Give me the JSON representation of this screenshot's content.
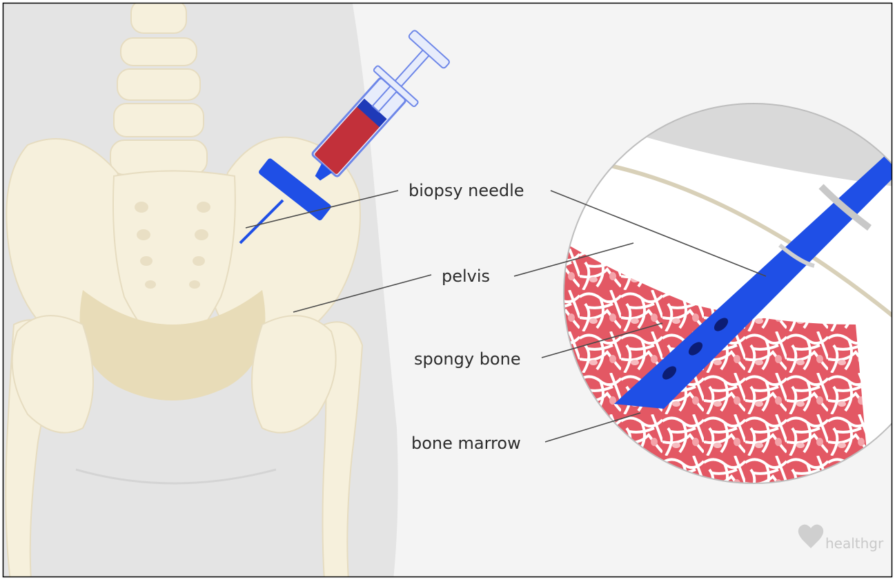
{
  "labels": {
    "biopsy_needle": "biopsy needle",
    "pelvis": "pelvis",
    "spongy_bone": "spongy bone",
    "bone_marrow": "bone marrow"
  },
  "watermark": {
    "text": "healthgr",
    "icon": "heart-logo-icon"
  },
  "colors": {
    "background_left": "#e4e4e4",
    "background_right": "#f4f4f4",
    "bone": "#f6f0dc",
    "needle_blue": "#1f4fe6",
    "blood_red": "#c2303a",
    "marrow_red": "#e24a55",
    "frame": "#000000"
  }
}
